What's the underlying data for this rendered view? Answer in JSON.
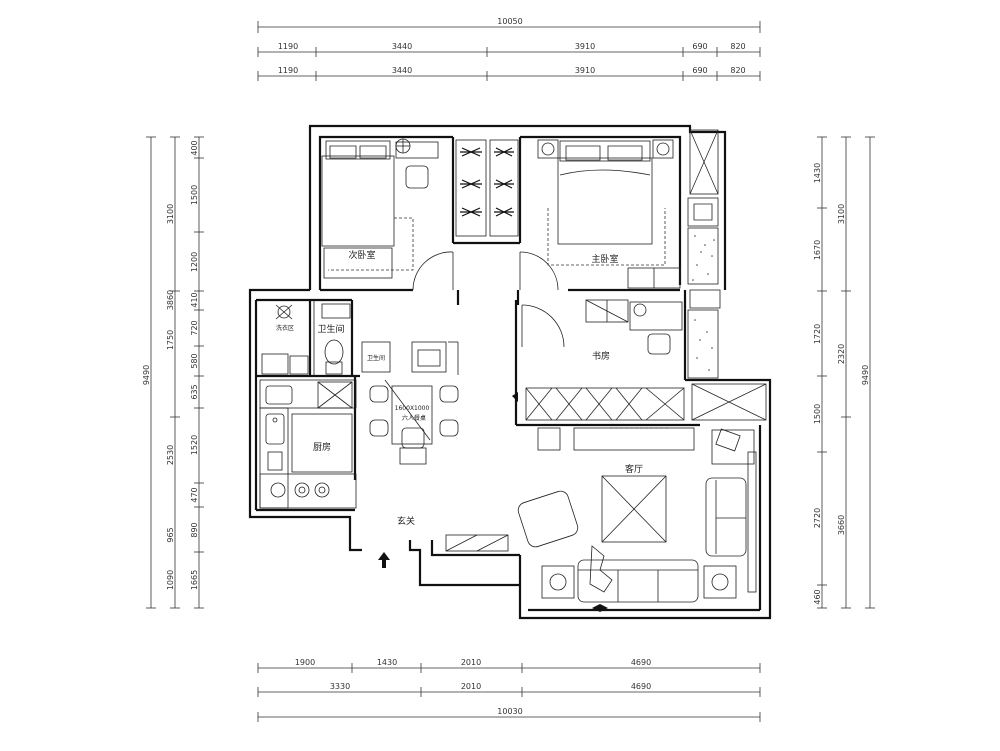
{
  "rooms": {
    "second_bedroom": "次卧室",
    "master_bedroom": "主卧室",
    "study": "书房",
    "bathroom": "卫生间",
    "laundry": "洗衣区",
    "kitchen": "厨房",
    "dining": "六人餐桌",
    "dining_size": "1600X1000",
    "living": "客厅",
    "entrance": "玄关"
  },
  "dimensions": {
    "top_total": "10050",
    "top_row1": [
      "1190",
      "3440",
      "3910",
      "690",
      "820"
    ],
    "top_row2": [
      "1190",
      "3440",
      "3910",
      "690",
      "820"
    ],
    "bottom_row1": [
      "1900",
      "1430",
      "2010",
      "4690"
    ],
    "bottom_row2": [
      "3330",
      "2010",
      "4690"
    ],
    "bottom_total": "10030",
    "left_total": "9490",
    "left_mid": [
      "3100",
      "2530",
      "3860"
    ],
    "left_detail": [
      "400",
      "1500",
      "1200",
      "410",
      "720",
      "580",
      "635",
      "1520",
      "470",
      "890",
      "1665"
    ],
    "left_mid2": [
      "1750",
      "965",
      "1090"
    ],
    "right_total": "9490",
    "right_detail": [
      "1430",
      "1670",
      "1720",
      "1500",
      "2720",
      "460"
    ],
    "right_mid": [
      "3100",
      "2320",
      "3660"
    ]
  },
  "icons": {
    "entry_arrow": "entry-arrow-icon",
    "north_marker": "north-arrow-icon"
  }
}
